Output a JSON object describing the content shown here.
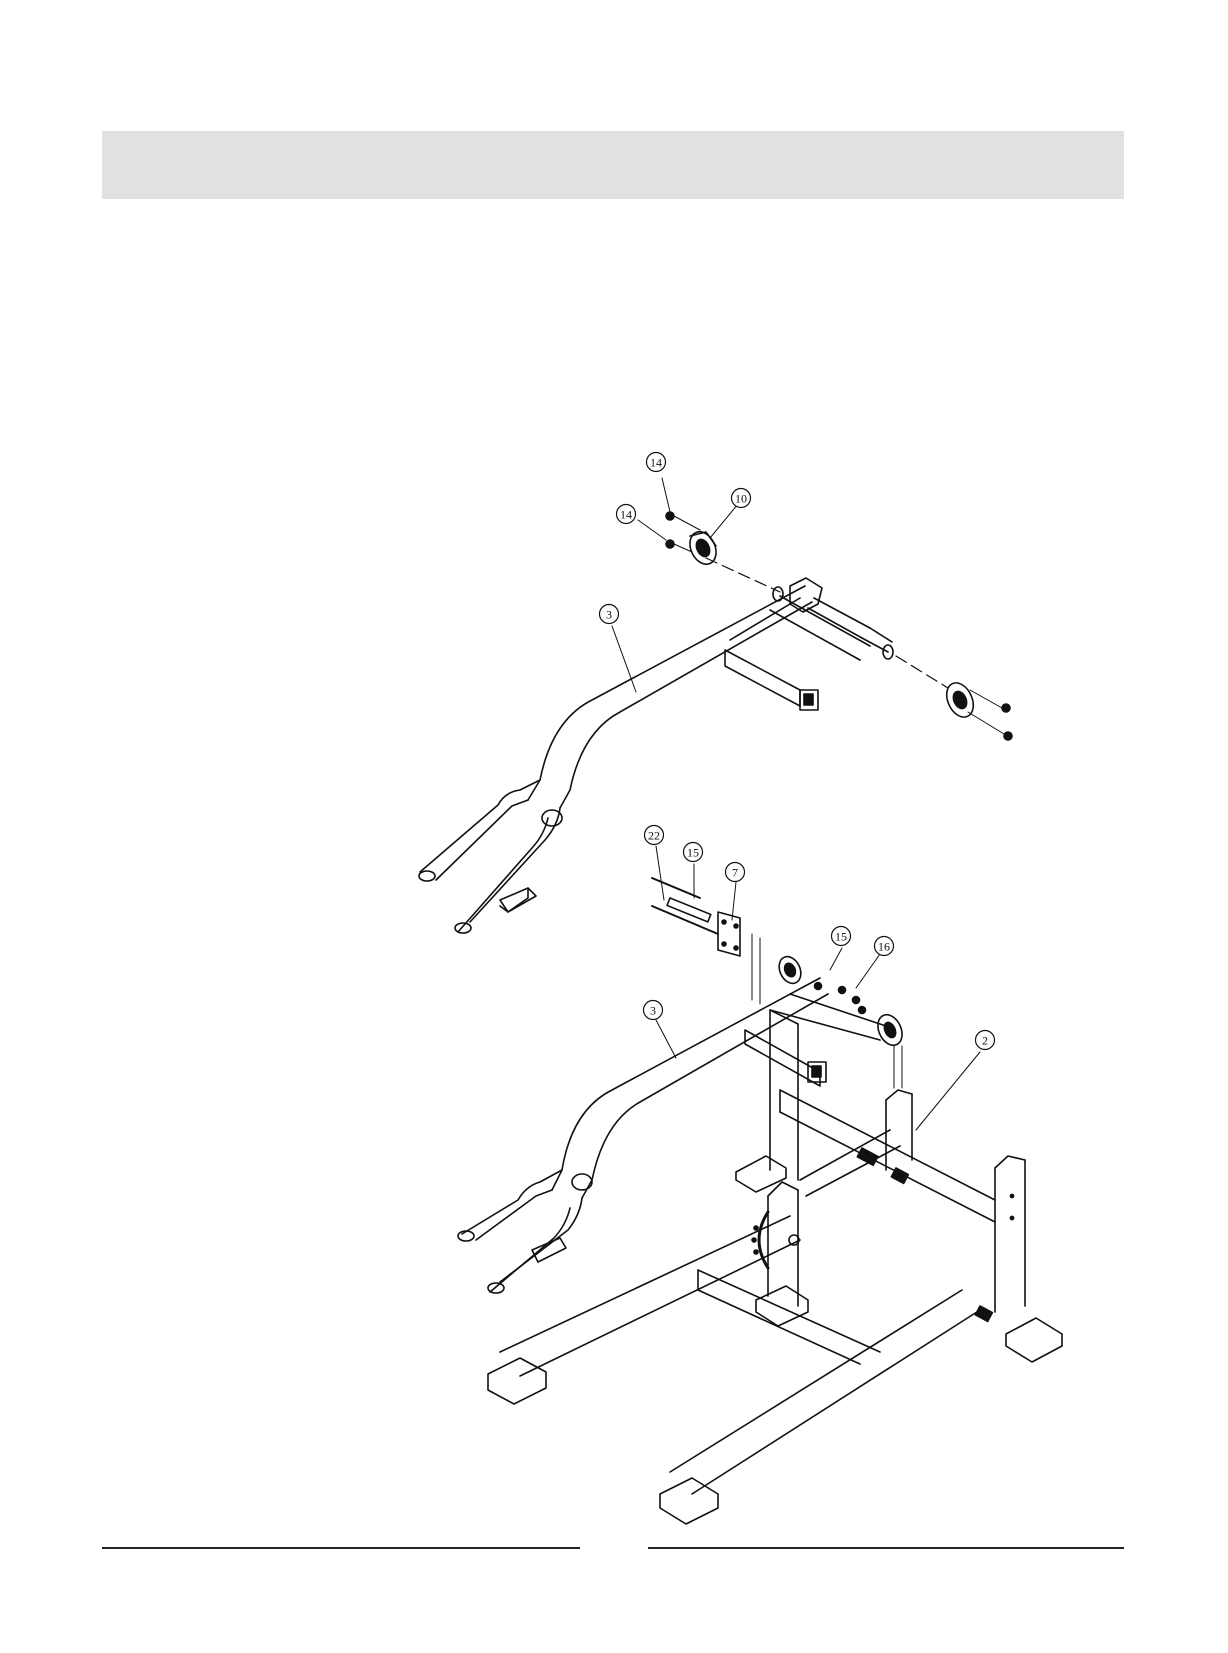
{
  "header": {
    "title": ""
  },
  "diagram": {
    "callouts": {
      "upper_14a": "14",
      "upper_14b": "14",
      "upper_10": "10",
      "upper_3": "3",
      "lower_22": "22",
      "lower_15a": "15",
      "lower_7": "7",
      "lower_15b": "15",
      "lower_16": "16",
      "lower_3": "3",
      "lower_2": "2"
    }
  },
  "colors": {
    "line": "#111111",
    "band": "#e1e1e1",
    "rule": "#222222"
  }
}
